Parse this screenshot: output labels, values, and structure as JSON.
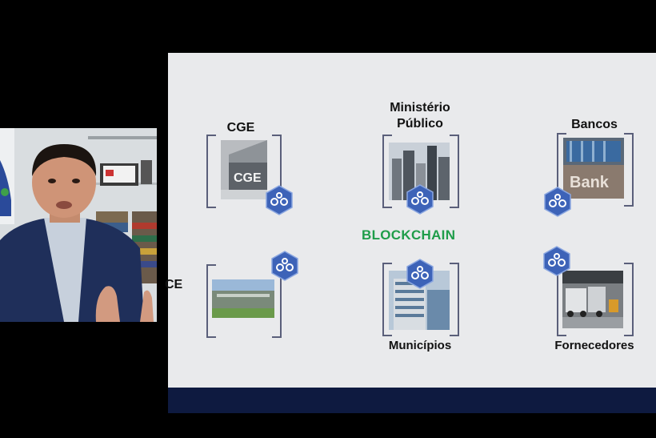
{
  "slide": {
    "center_label": "BLOCKCHAIN",
    "nodes": {
      "cge": "CGE",
      "ministerio_line1": "Ministério",
      "ministerio_line2": "Público",
      "bancos": "Bancos",
      "tce_partial": "CE",
      "municipios": "Municípios",
      "fornecedores": "Fornecedores"
    },
    "photo_text": {
      "cge_sign": "CGE",
      "bank_sign": "Bank"
    }
  },
  "icons": {
    "node_icon": "blockchain-link-icon",
    "accent_green": "#1f9d4a",
    "hex_blue": "#3d63b8"
  }
}
